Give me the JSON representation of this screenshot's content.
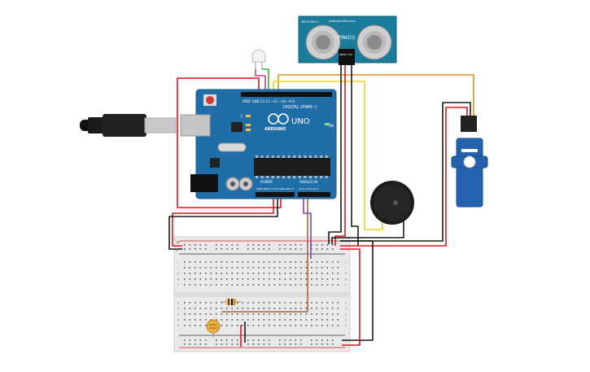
{
  "arduino": {
    "logo_text": "ARDUINO",
    "model_text": "UNO",
    "reset_pin_label": "AREF GND 13 12 ~11 ~10 ~9 8",
    "digital_label": "DIGITAL (PWM~)",
    "power_label": "POWER",
    "analog_label": "ANALOG IN",
    "tx_label": "TX",
    "rx_label": "RX",
    "on_label": "ON",
    "l_label": "L",
    "power_pins": "IOREF RESET 3.3V 5V GND GND Vin",
    "analog_pins": "A0 A1 A2 A3 A4 A5"
  },
  "ping_sensor": {
    "brand_text": "www.parallax.com",
    "name_text": "PING)))",
    "rev_text": "28015 REV C",
    "pin_labels": [
      "GND",
      "5V",
      "SIG"
    ]
  },
  "breadboard": {
    "row_letters_top": [
      "j",
      "i",
      "h",
      "g",
      "f"
    ],
    "row_letters_bottom": [
      "e",
      "d",
      "c",
      "b",
      "a"
    ],
    "plus_sign": "+",
    "minus_sign": "-"
  },
  "colors": {
    "wire_red": "#e0141e",
    "wire_black": "#1a1a1a",
    "wire_orange": "#e3901c",
    "wire_yellow": "#f2d21e",
    "wire_green": "#36b538",
    "wire_magenta": "#d23a9a",
    "wire_brown": "#a06a3c",
    "wire_purple": "#8a3ab9",
    "arduino_blue": "#1f6ea8",
    "sensor_blue": "#1a7c9a",
    "servo_blue": "#2462b0"
  }
}
